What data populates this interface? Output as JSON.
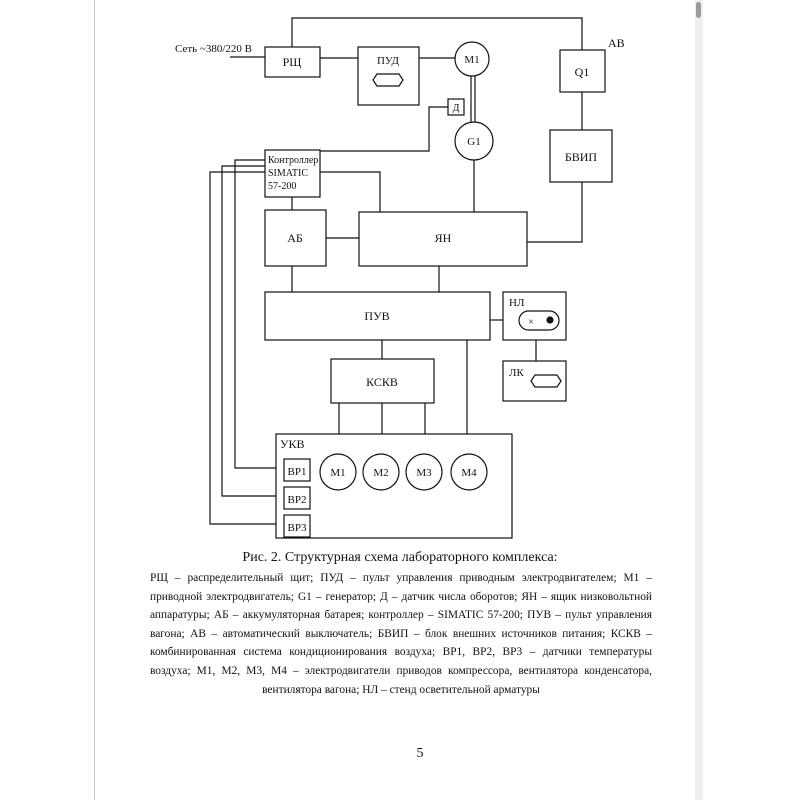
{
  "diagram": {
    "blocks": {
      "net": "Сеть ~380/220 В",
      "rshch": "РЩ",
      "pud": "ПУД",
      "m1_top": "М1",
      "d": "Д",
      "g1": "G1",
      "av": "АВ",
      "q1": "Q1",
      "bvip": "БВИП",
      "controller_line1": "Контроллер",
      "controller_line2": "SIMATIC",
      "controller_line3": "57-200",
      "ab": "АБ",
      "yan": "ЯН",
      "puv": "ПУВ",
      "nl": "НЛ",
      "lk": "ЛК",
      "kskv": "КСКВ",
      "ukv": "УКВ",
      "vr1": "ВР1",
      "vr2": "ВР2",
      "vr3": "ВР3",
      "m1": "М1",
      "m2": "М2",
      "m3": "М3",
      "m4": "М4"
    }
  },
  "caption": "Рис. 2. Структурная схема лабораторного комплекса:",
  "legend": "РЩ – распределительный щит; ПУД – пульт управления приводным электродвигателем; М1 – приводной электродвигатель; G1 – генератор; Д – датчик числа оборотов; ЯН – ящик низковольтной аппаратуры; АБ – аккумуляторная батарея; контроллер – SIMATIC 57-200; ПУВ – пульт управления вагона; АВ – автоматический выключатель; БВИП – блок внешних источников питания; КСКВ – комбинированная система кондиционирования воздуха; ВР1, ВР2, ВР3 – датчики температуры воздуха; М1, М2, М3, М4 – электродвигатели приводов компрессора, вентилятора конденсатора, вентилятора вагона; НЛ – стенд осветительной арматуры",
  "page_number": "5"
}
